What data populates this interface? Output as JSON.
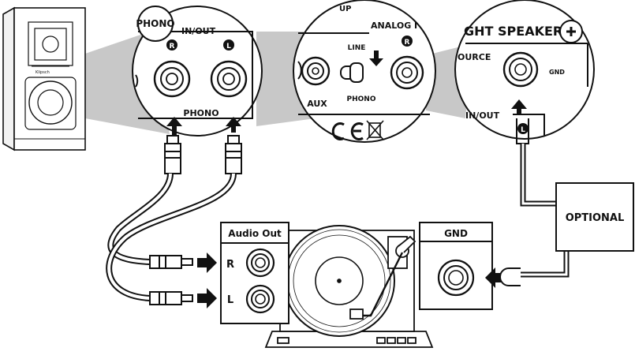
{
  "zoom_phono": {
    "badge": "PHONO",
    "in_out": "IN/OUT",
    "jack_r": "R",
    "jack_l": "L",
    "bottom": "PHONO"
  },
  "zoom_switch": {
    "top_fragment": "UP",
    "analog": "ANALOG I",
    "jack_r": "R",
    "line": "LINE",
    "phono": "PHONO",
    "aux": "AUX"
  },
  "zoom_speaker": {
    "title": "GHT SPEAKER",
    "plus": "+",
    "source": "OURCE",
    "gnd": "GND",
    "in_out": "IN/OUT",
    "jack_l": "L"
  },
  "turntable": {
    "audio_out": "Audio Out",
    "r_label": "R",
    "l_label": "L",
    "gnd_label": "GND"
  },
  "optional_label": "OPTIONAL",
  "colors": {
    "line": "#111111",
    "callout_fill": "#c8c8c8",
    "panel_fill": "#ffffff"
  }
}
